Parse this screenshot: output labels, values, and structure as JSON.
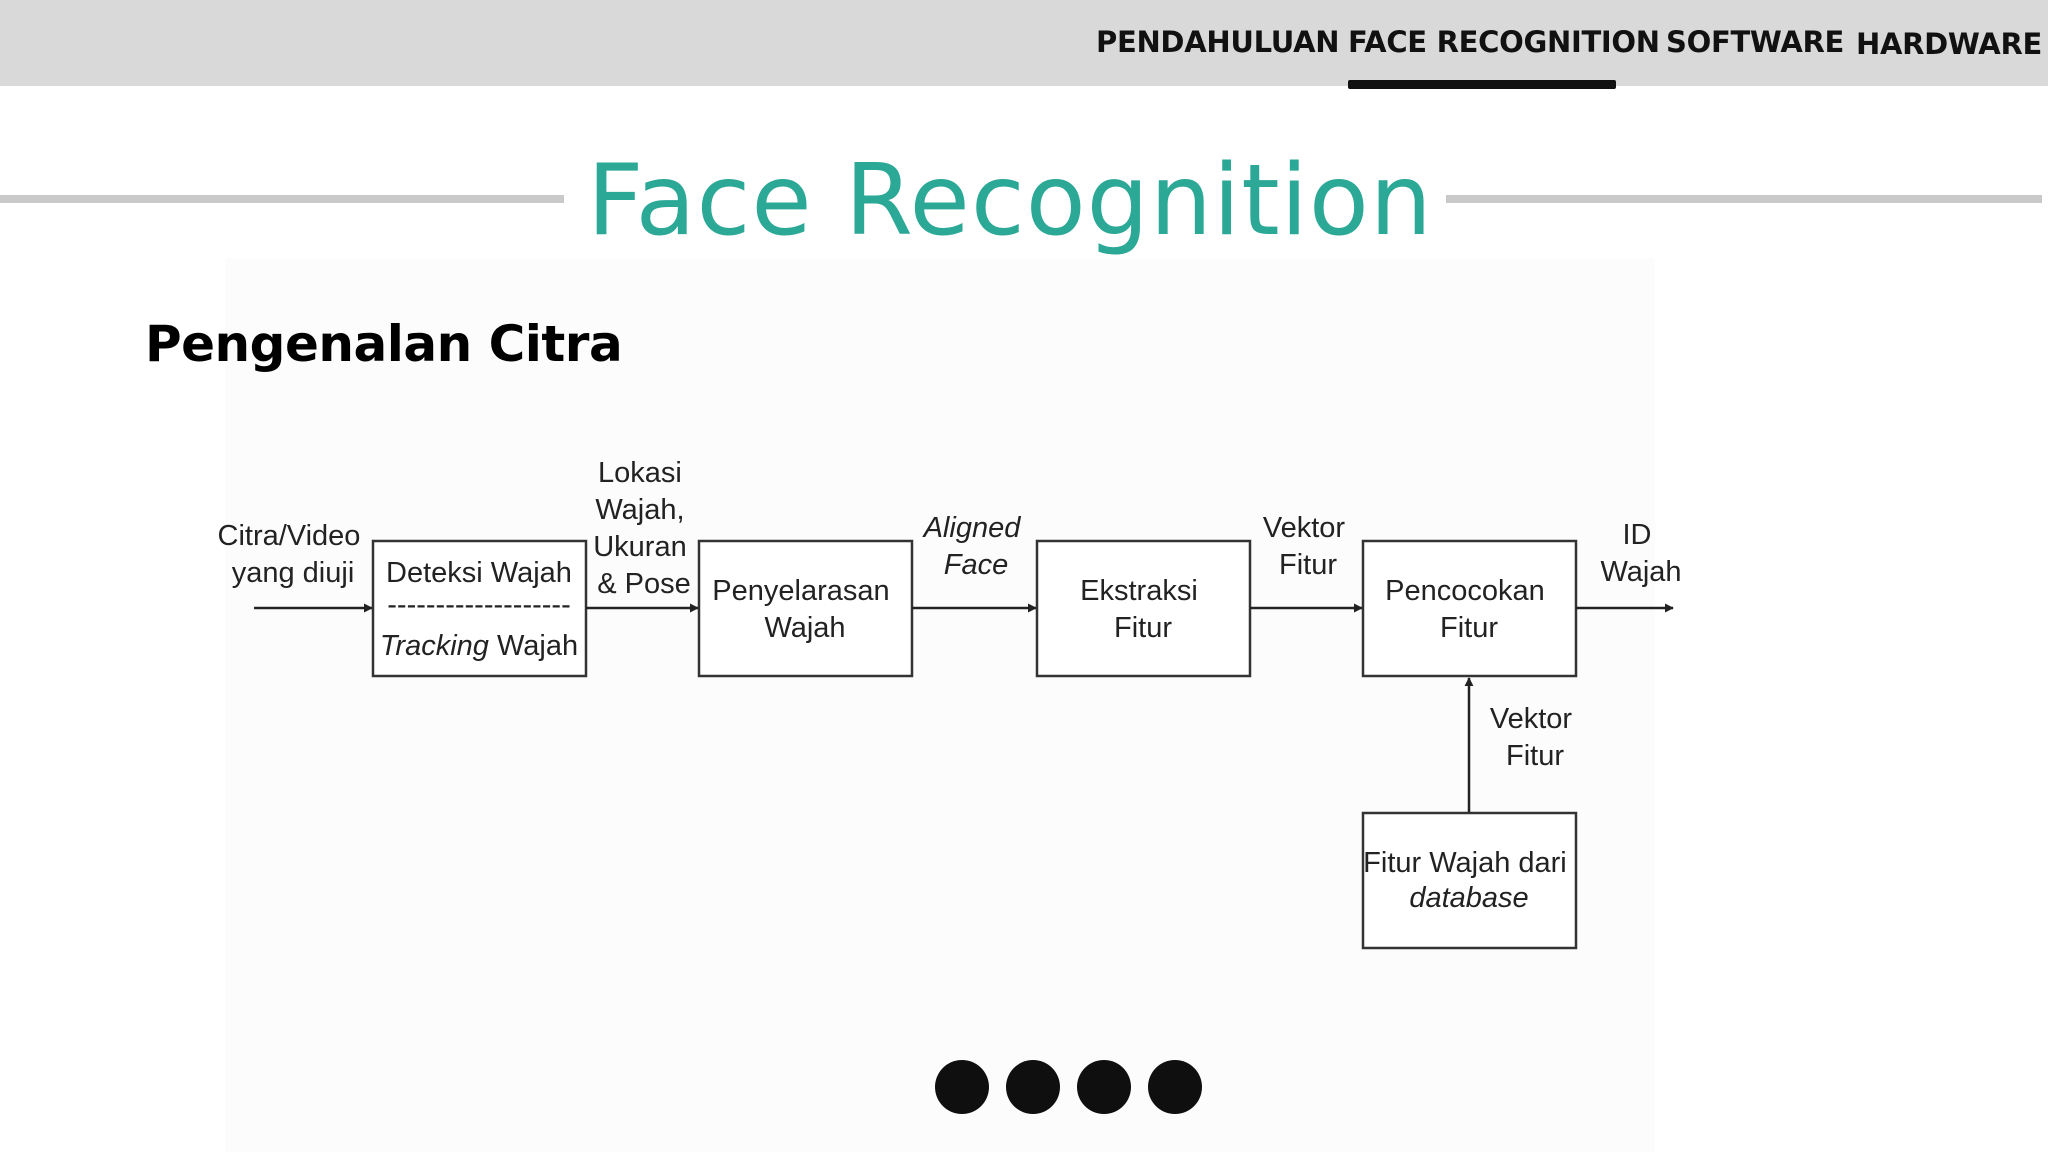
{
  "nav": {
    "items": [
      {
        "label": "PENDAHULUAN",
        "active": false
      },
      {
        "label": "FACE RECOGNITION",
        "active": true
      },
      {
        "label": "SOFTWARE",
        "active": false
      },
      {
        "label": "HARDWARE",
        "active": false
      }
    ]
  },
  "page": {
    "title": "Face Recognition",
    "subtitle": "Pengenalan Citra",
    "accent_color": "#2ba896"
  },
  "diagram": {
    "input_label": [
      "Citra/Video",
      "yang diuji"
    ],
    "boxes": {
      "deteksi": {
        "top": "Deteksi Wajah",
        "divider": "-------------------",
        "bottom_italic": "Tracking",
        "bottom_rest": " Wajah"
      },
      "penyelarasan": [
        "Penyelarasan",
        "Wajah"
      ],
      "ekstraksi": [
        "Ekstraksi",
        "Fitur"
      ],
      "pencocokan": [
        "Pencocokan",
        "Fitur"
      ],
      "database": {
        "line1": "Fitur Wajah dari",
        "line2_italic": "database"
      }
    },
    "edge_labels": {
      "lokasi": [
        "Lokasi",
        "Wajah,",
        "Ukuran",
        "& Pose"
      ],
      "aligned": [
        "Aligned",
        "Face"
      ],
      "vektor1": [
        "Vektor",
        "Fitur"
      ],
      "output": [
        "ID",
        "Wajah"
      ],
      "vektor2": [
        "Vektor",
        "Fitur"
      ]
    }
  },
  "pagination": {
    "count": 4
  }
}
